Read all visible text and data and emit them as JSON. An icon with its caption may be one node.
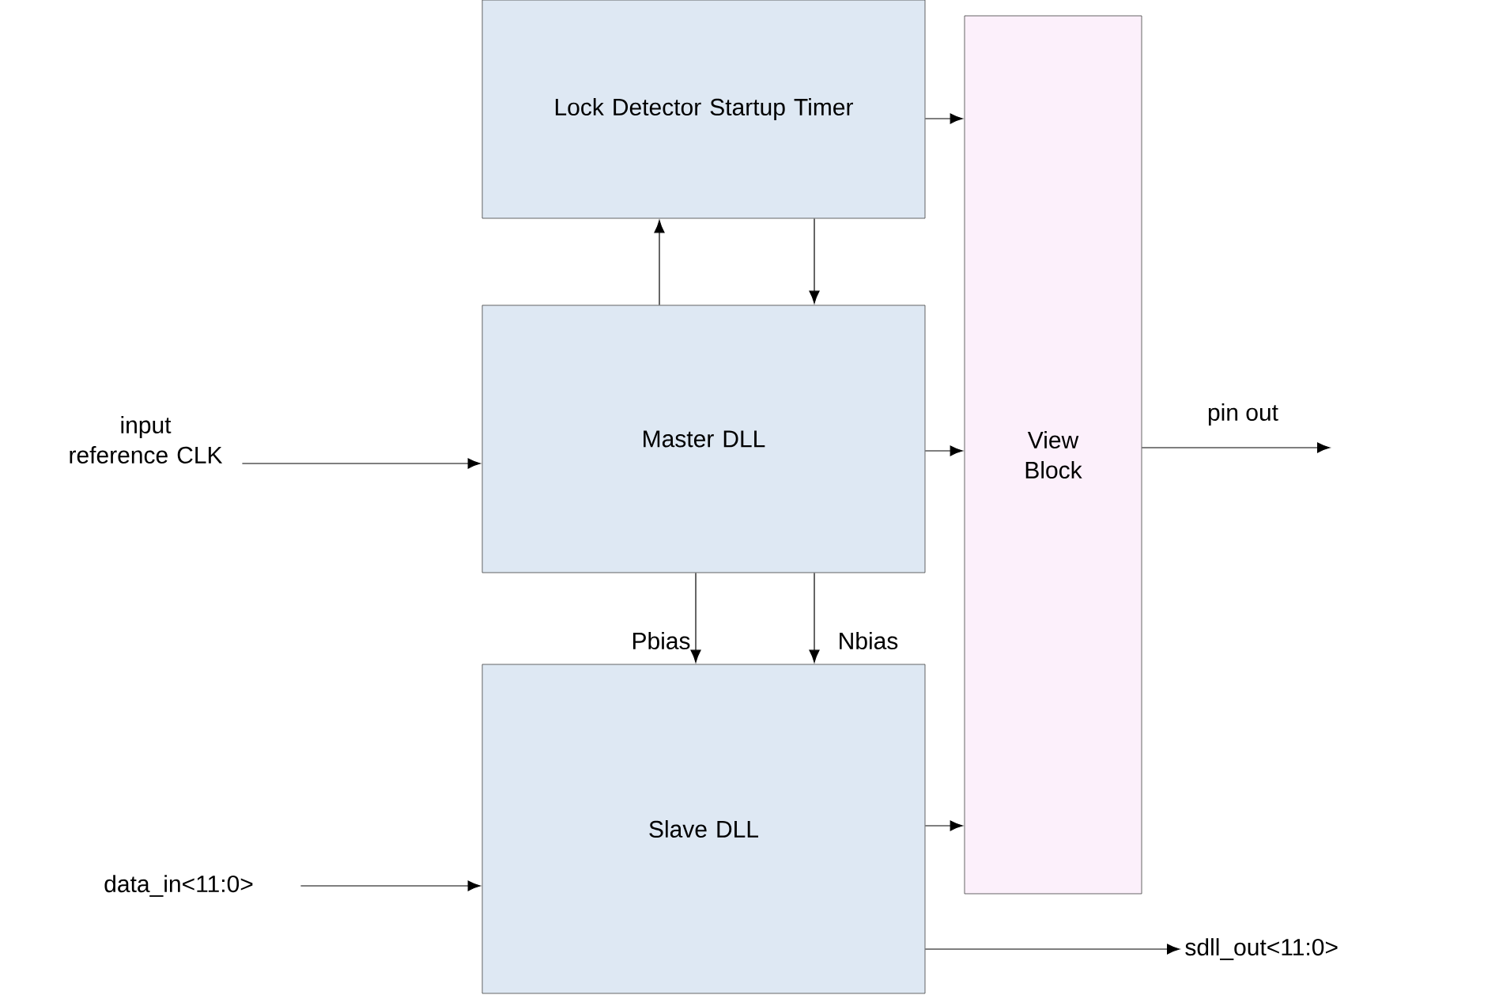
{
  "diagram": {
    "nodes": [
      {
        "text": [
          "Lock Detector Startup Timer"
        ]
      },
      {
        "text": [
          "Master DLL"
        ]
      },
      {
        "text": [
          "Slave DLL"
        ]
      },
      {
        "text": [
          "View Block"
        ]
      },
      {
        "text": [
          "input reference CLK"
        ]
      },
      {
        "text": [
          "data_in<11:0>"
        ]
      },
      {
        "text": [
          "sdll_out<11:0>"
        ]
      }
    ],
    "edges": [
      {
        "from": 0,
        "to": 3,
        "arrow": "to"
      },
      {
        "from": 1,
        "to": 0,
        "arrow": "to"
      },
      {
        "from": 0,
        "to": 1,
        "arrow": "to"
      },
      {
        "from": 4,
        "to": 1,
        "arrow": "to"
      },
      {
        "from": 1,
        "to": 3,
        "arrow": "to"
      },
      {
        "from": 1,
        "to": 2,
        "arrow": "to",
        "label": "Pbias"
      },
      {
        "from": 1,
        "to": 2,
        "arrow": "to",
        "label": "Nbias"
      },
      {
        "from": 2,
        "to": 3,
        "arrow": "to"
      },
      {
        "from": 5,
        "to": 2,
        "arrow": "to"
      },
      {
        "from": 2,
        "to": 6,
        "arrow": "to"
      },
      {
        "from": 3,
        "to": null,
        "arrow": "to",
        "label": "pin out"
      }
    ]
  }
}
